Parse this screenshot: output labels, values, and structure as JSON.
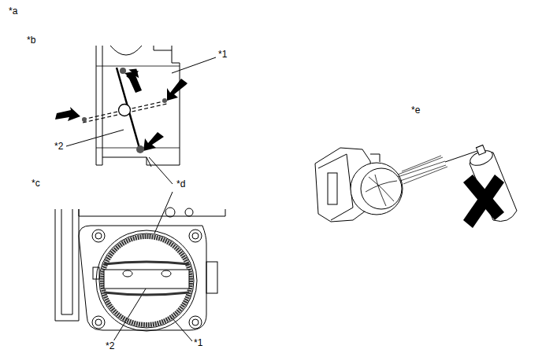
{
  "diagram": {
    "labels": [
      "*a",
      "*b",
      "*1",
      "*2",
      "*c",
      "*d",
      "*2",
      "*1",
      "*e"
    ]
  }
}
